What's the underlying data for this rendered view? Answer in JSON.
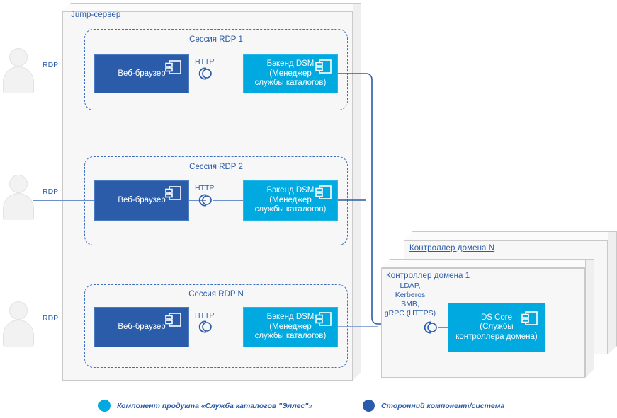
{
  "jump_server": {
    "title": "Jump-сервер"
  },
  "sessions": [
    {
      "title": "Сессия RDP 1",
      "actor_label": "RDP",
      "browser": "Веб-браузер",
      "interface": "HTTP",
      "backend": "Бэкенд DSM\n(Менеджер\nслужбы каталогов)"
    },
    {
      "title": "Сессия RDP 2",
      "actor_label": "RDP",
      "browser": "Веб-браузер",
      "interface": "HTTP",
      "backend": "Бэкенд DSM\n(Менеджер\nслужбы каталогов)"
    },
    {
      "title": "Сессия RDP N",
      "actor_label": "RDP",
      "browser": "Веб-браузер",
      "interface": "HTTP",
      "backend": "Бэкенд DSM\n(Менеджер\nслужбы каталогов)"
    }
  ],
  "domain_controllers": {
    "back_title": "Контроллер домена N",
    "front_title": "Контроллер домена 1",
    "protocols": "LDAP,\nKerberos\nSMB,\ngRPC (HTTPS)",
    "core": "DS Core\n(Службы\nконтроллера домена)"
  },
  "legend": [
    {
      "color": "#00a9e0",
      "label": "Компонент продукта «Служба каталогов \"Эллес\"»"
    },
    {
      "color": "#2b5ca9",
      "label": "Сторонний компонент/система"
    }
  ],
  "icons": {
    "component": "uml-component-icon",
    "socket": "uml-socket-icon",
    "actor": "user-actor-icon"
  },
  "colors": {
    "dark_blue": "#2b5ca9",
    "cyan": "#00a9e0",
    "wire": "#6b8fcb",
    "node_fill": "#f7f7f7"
  }
}
